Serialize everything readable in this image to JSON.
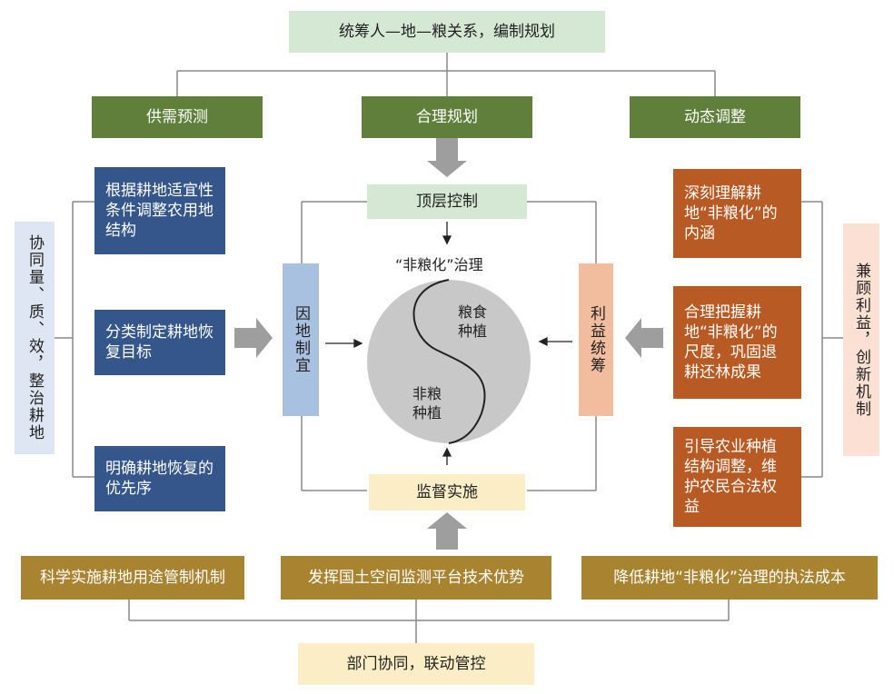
{
  "top_title": "统筹人—地—粮关系，编制规划",
  "top_row": [
    "供需预测",
    "合理规划",
    "动态调整"
  ],
  "left_side_label": "协同量、质、效，整治耕地",
  "left_boxes": [
    "根据耕地适宜性条件调整农用地结构",
    "分类制定耕地恢复目标",
    "明确耕地恢复的优先序"
  ],
  "right_side_label": "兼顾利益，创新机制",
  "right_boxes": [
    "深刻理解耕地“非粮化”的内涵",
    "合理把握耕地“非粮化”的尺度，巩固退耕还林成果",
    "引导农业种植结构调整，维护农民合法权益"
  ],
  "center": {
    "top": "顶层控制",
    "bottom": "监督实施",
    "left": "因地制宜",
    "right": "利益统筹",
    "title": "“非粮化”治理",
    "grain": "粮食种植",
    "nongrain": "非粮种植"
  },
  "bottom_row": [
    "科学实施耕地用途管制机制",
    "发挥国土空间监测平台技术优势",
    "降低耕地“非粮化”治理的执法成本"
  ],
  "bottom_title": "部门协同，联动管控"
}
